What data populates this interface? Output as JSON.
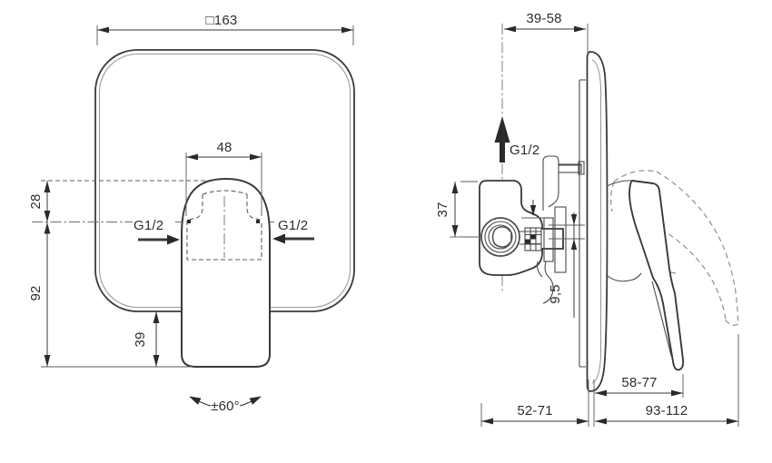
{
  "drawing": {
    "front_view": {
      "plate_width_label": "□163",
      "handle_width_label": "48",
      "port_offset_label": "28",
      "center_to_handle_bottom_label": "92",
      "handle_overhang_label": "39",
      "left_inlet_label": "G1/2",
      "right_inlet_label": "G1/2",
      "swing_angle_label": "±60°"
    },
    "side_view": {
      "mounting_depth_label": "39-58",
      "top_outlet_label": "G1/2",
      "body_height_label": "37",
      "plate_gap_label": "9,5",
      "handle_projection_label": "58-77",
      "body_to_wall_label": "52-71",
      "max_projection_label": "93-112"
    },
    "colors": {
      "line": "#3a3a3a",
      "light_line": "#9a9a9a",
      "background": "#ffffff"
    }
  }
}
